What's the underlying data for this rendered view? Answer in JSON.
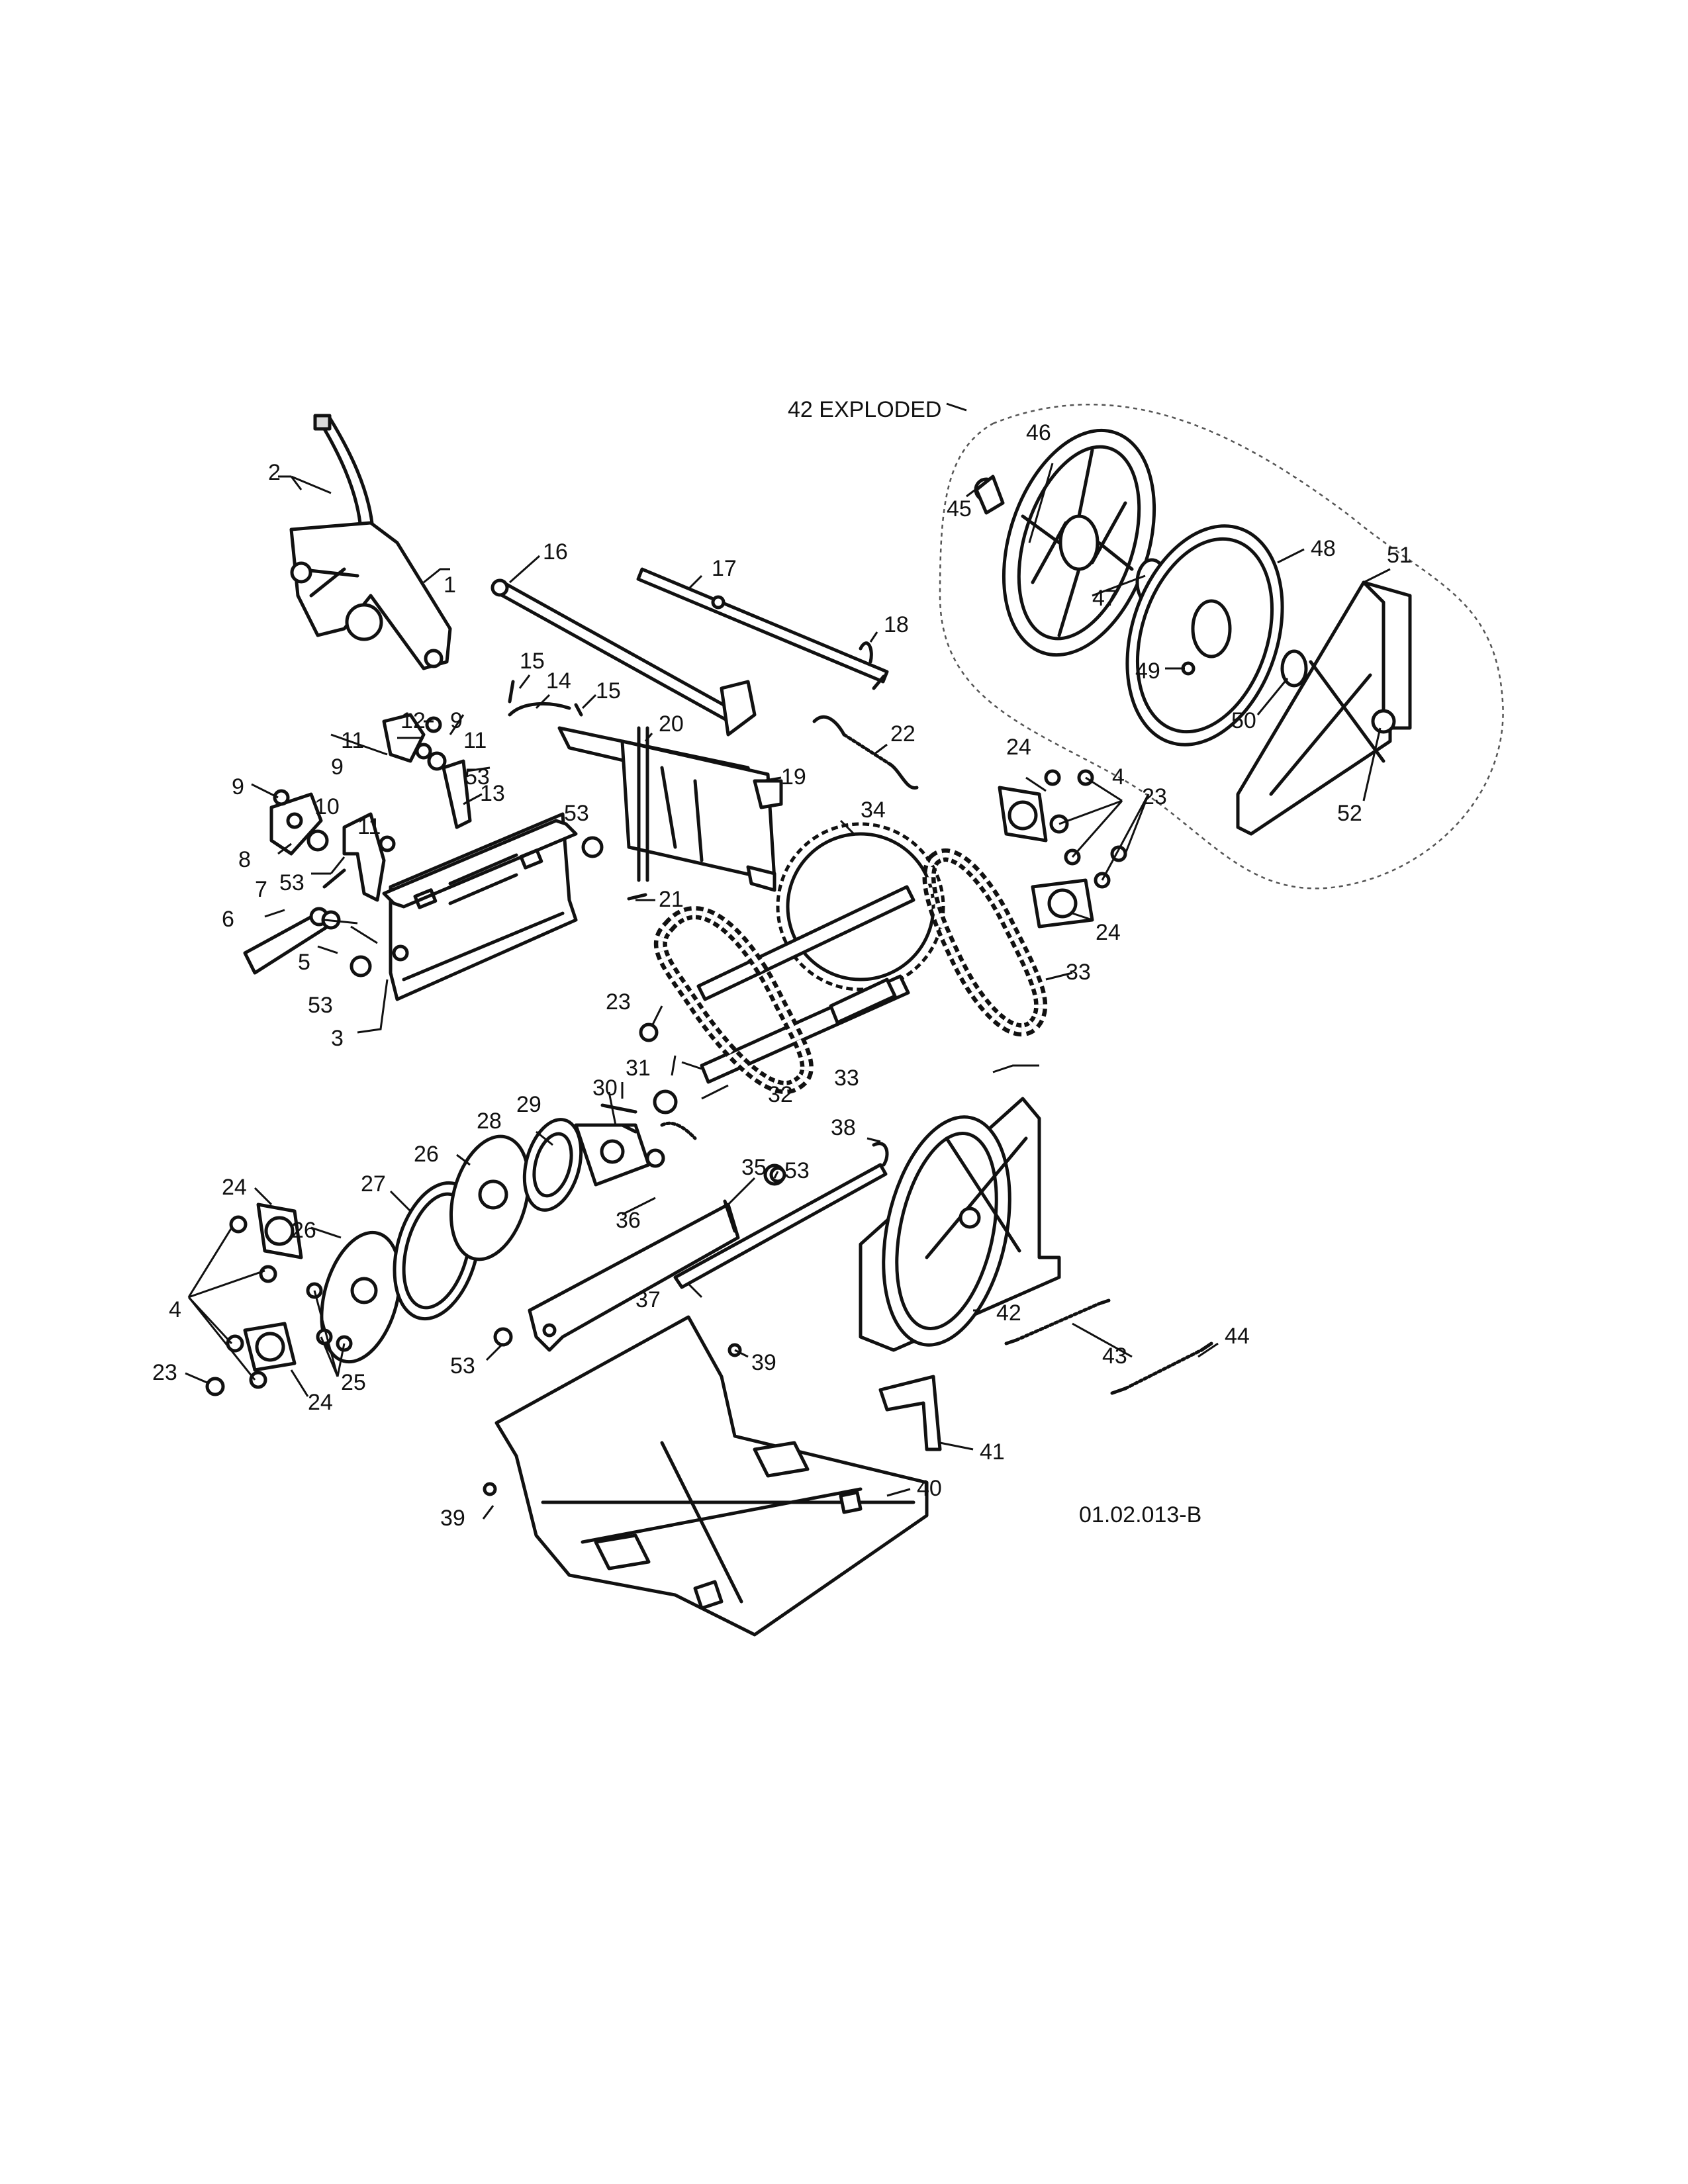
{
  "exploded_label": "42 EXPLODED",
  "drawing_number": "01.02.013-B",
  "callouts": {
    "n1": "1",
    "n2": "2",
    "n3": "3",
    "n4": "4",
    "n5": "5",
    "n6": "6",
    "n7": "7",
    "n8": "8",
    "n9": "9",
    "n10": "10",
    "n11": "11",
    "n12": "12",
    "n13": "13",
    "n14": "14",
    "n15": "15",
    "n16": "16",
    "n17": "17",
    "n18": "18",
    "n19": "19",
    "n20": "20",
    "n21": "21",
    "n22": "22",
    "n23": "23",
    "n24": "24",
    "n25": "25",
    "n26": "26",
    "n27": "27",
    "n28": "28",
    "n29": "29",
    "n30": "30",
    "n31": "31",
    "n32": "32",
    "n33": "33",
    "n34": "34",
    "n35": "35",
    "n36": "36",
    "n37": "37",
    "n38": "38",
    "n39": "39",
    "n40": "40",
    "n41": "41",
    "n42": "42",
    "n43": "43",
    "n44": "44",
    "n45": "45",
    "n46": "46",
    "n47": "47",
    "n48": "48",
    "n49": "49",
    "n50": "50",
    "n51": "51",
    "n52": "52",
    "n53": "53"
  }
}
